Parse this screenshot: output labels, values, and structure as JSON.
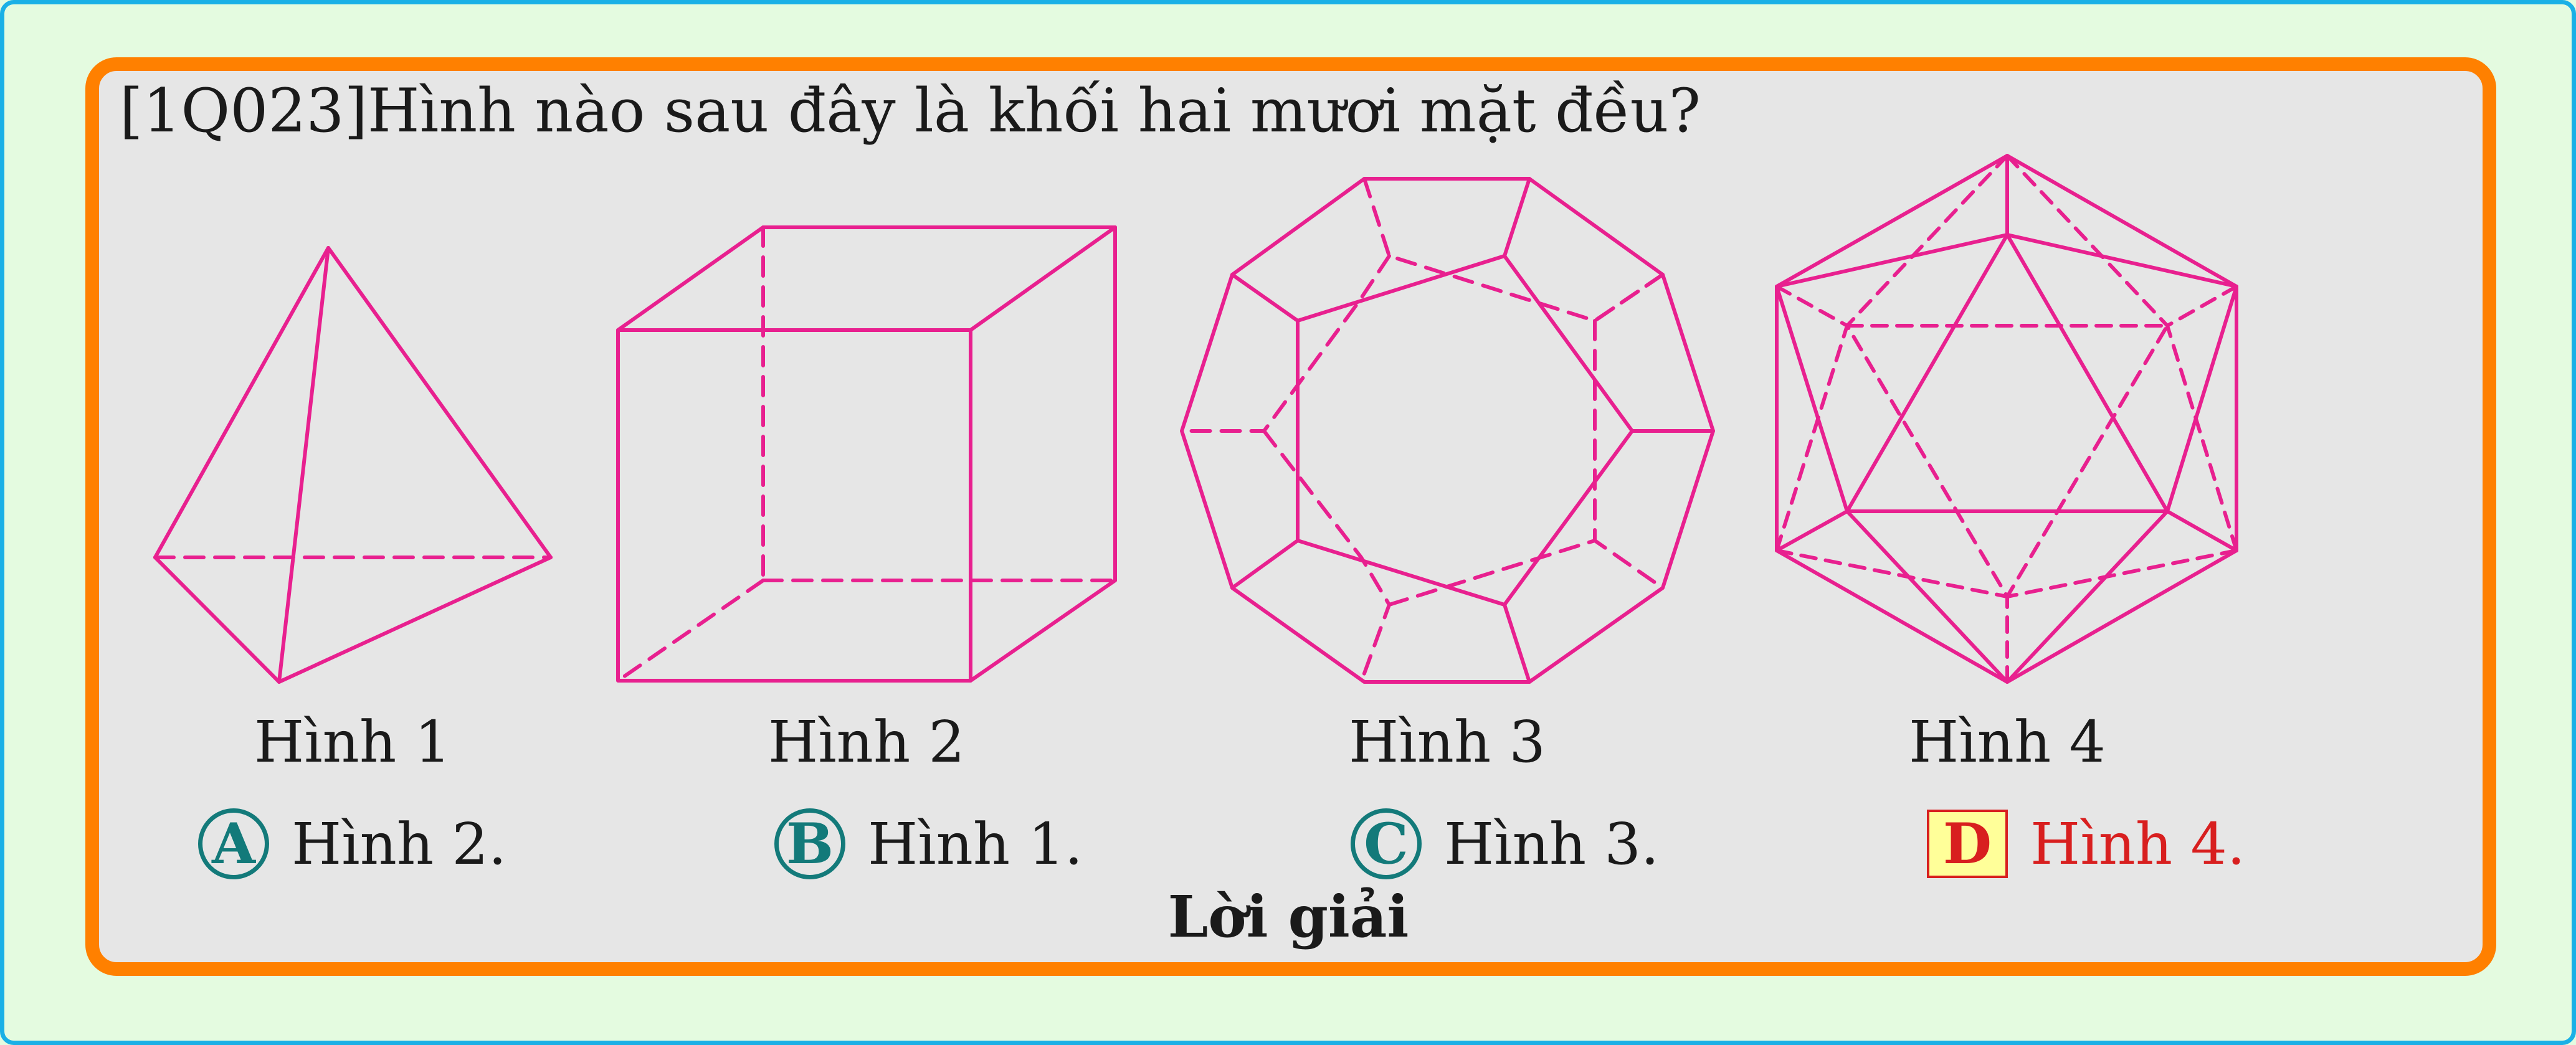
{
  "question": {
    "text": "[1Q023]Hình nào sau đây là khối hai mươi mặt đều?"
  },
  "colors": {
    "stroke": "#e8208f",
    "frame": "#ff8000",
    "outer_border": "#1ab0e6",
    "option_badge": "#137a7a",
    "answer": "#d81f1f"
  },
  "figures": [
    {
      "caption": "Hình 1",
      "shape": "tetrahedron"
    },
    {
      "caption": "Hình 2",
      "shape": "cube"
    },
    {
      "caption": "Hình 3",
      "shape": "dodecahedron"
    },
    {
      "caption": "Hình 4",
      "shape": "icosahedron"
    }
  ],
  "options": [
    {
      "letter": "A",
      "text": "Hình 2.",
      "correct": false
    },
    {
      "letter": "B",
      "text": "Hình 1.",
      "correct": false
    },
    {
      "letter": "C",
      "text": "Hình 3.",
      "correct": false
    },
    {
      "letter": "D",
      "text": "Hình 4.",
      "correct": true
    }
  ],
  "solution": {
    "heading": "Lời giải"
  }
}
